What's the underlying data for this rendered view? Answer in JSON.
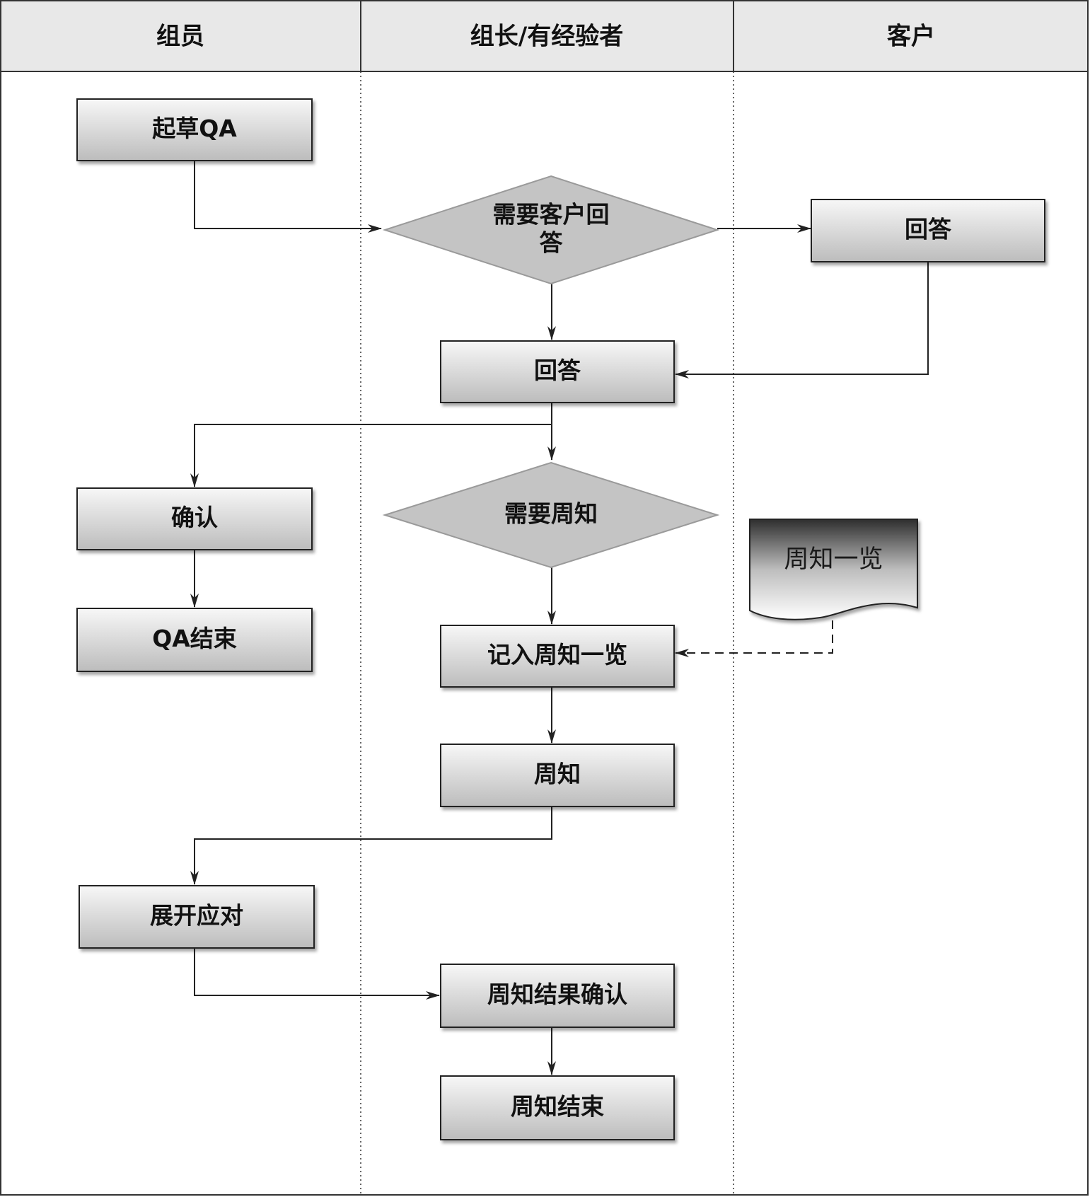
{
  "lanes": [
    {
      "id": "member",
      "title": "组员"
    },
    {
      "id": "leader",
      "title": "组长/有经验者"
    },
    {
      "id": "client",
      "title": "客户"
    }
  ],
  "nodes": {
    "draft_qa": {
      "lines": [
        "起草QA"
      ],
      "shape": "process"
    },
    "need_client_answer": {
      "lines": [
        "需要客户回",
        "答"
      ],
      "shape": "decision"
    },
    "client_answer": {
      "lines": [
        "回答"
      ],
      "shape": "process"
    },
    "answer": {
      "lines": [
        "回答"
      ],
      "shape": "process"
    },
    "confirm": {
      "lines": [
        "确认"
      ],
      "shape": "process"
    },
    "qa_end": {
      "lines": [
        "QA结束"
      ],
      "shape": "process"
    },
    "need_notice": {
      "lines": [
        "需要周知"
      ],
      "shape": "decision"
    },
    "notice_list": {
      "lines": [
        "周知一览"
      ],
      "shape": "document"
    },
    "record_notice_list": {
      "lines": [
        "记入周知一览"
      ],
      "shape": "process"
    },
    "notice": {
      "lines": [
        "周知"
      ],
      "shape": "process"
    },
    "deploy_response": {
      "lines": [
        "展开应对"
      ],
      "shape": "process"
    },
    "notice_result_confirm": {
      "lines": [
        "周知结果确认"
      ],
      "shape": "process"
    },
    "notice_end": {
      "lines": [
        "周知结束"
      ],
      "shape": "process"
    }
  },
  "edges": [
    {
      "from": "draft_qa",
      "to": "need_client_answer",
      "style": "solid"
    },
    {
      "from": "need_client_answer",
      "to": "client_answer",
      "style": "solid"
    },
    {
      "from": "need_client_answer",
      "to": "answer",
      "style": "solid"
    },
    {
      "from": "client_answer",
      "to": "answer",
      "style": "solid"
    },
    {
      "from": "answer",
      "to": "confirm",
      "style": "solid"
    },
    {
      "from": "answer",
      "to": "need_notice",
      "style": "solid"
    },
    {
      "from": "confirm",
      "to": "qa_end",
      "style": "solid"
    },
    {
      "from": "need_notice",
      "to": "record_notice_list",
      "style": "solid"
    },
    {
      "from": "notice_list",
      "to": "record_notice_list",
      "style": "dashed"
    },
    {
      "from": "record_notice_list",
      "to": "notice",
      "style": "solid"
    },
    {
      "from": "notice",
      "to": "deploy_response",
      "style": "solid"
    },
    {
      "from": "deploy_response",
      "to": "notice_result_confirm",
      "style": "solid"
    },
    {
      "from": "notice_result_confirm",
      "to": "notice_end",
      "style": "solid"
    }
  ]
}
